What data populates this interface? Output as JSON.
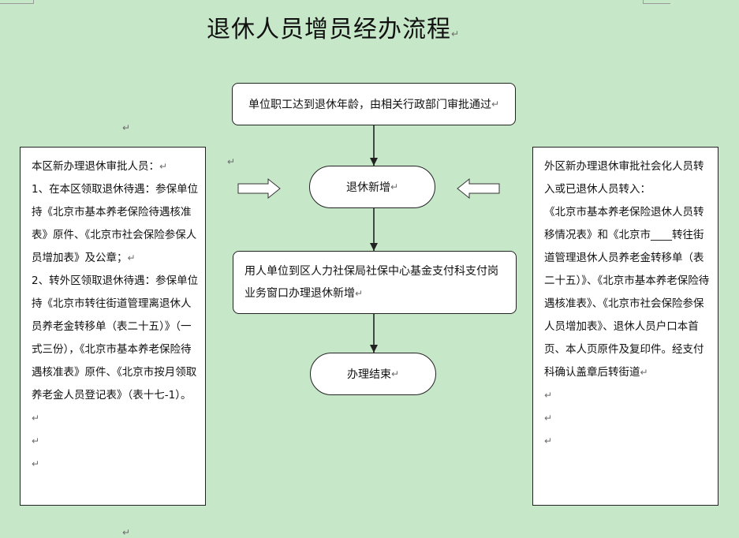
{
  "title": "退休人员增员经办流程",
  "para_mark": "↵",
  "flow": {
    "step1": "单位职工达到退休年龄，由相关行政部门审批通过",
    "step2": "退休新增",
    "step3": "用人单位到区人力社保局社保中心基金支付科支付岗业务窗口办理退休新增",
    "step4": "办理结束"
  },
  "left_box": {
    "lines": [
      "本区新办理退休审批人员：",
      "1、在本区领取退休待遇：参保单位持《北京市基本养老保险待遇核准表》原件、《北京市社会保险参保人员增加表》及公章；",
      "2、转外区领取退休待遇：参保单位持《北京市转往街道管理离退休人员养老金转移单（表二十五）》（一式三份），《北京市基本养老保险待遇核准表》原件、《北京市按月领取养老金人员登记表》（表十七-1）。"
    ]
  },
  "right_box": {
    "lines": [
      "外区新办理退休审批社会化人员转入或已退休人员转入：",
      "《北京市基本养老保险退休人员转移情况表》和《北京市____转往街道管理退休人员养老金转移单（表二十五）》、《北京市基本养老保险待遇核准表》、《北京市社会保险参保人员增加表》、退休人员户口本首页、本人页原件及复印件。经支付科确认盖章后转街道"
    ]
  },
  "colors": {
    "background": "#c7e7c9",
    "box": "#ffffff",
    "line": "#222222"
  }
}
